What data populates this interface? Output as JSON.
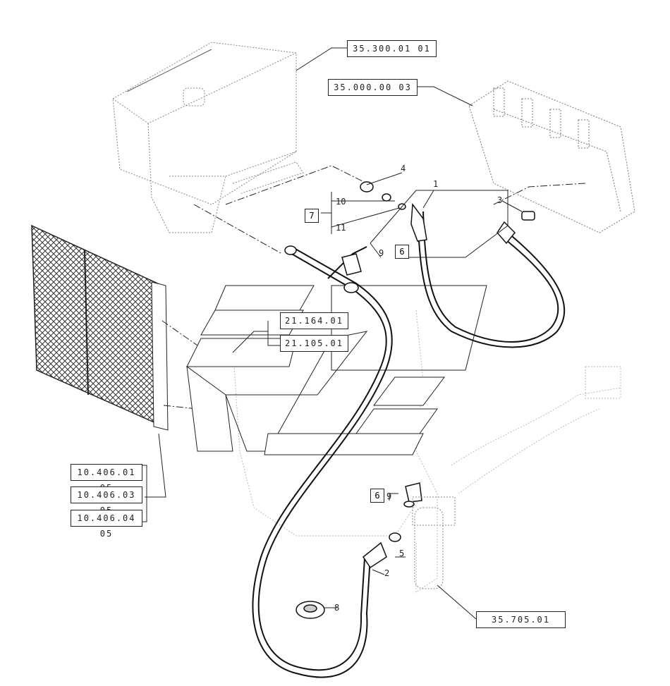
{
  "refs": {
    "tank": "35.300.01 01",
    "valve": "35.000.00 03",
    "oil_r1": "21.164.01",
    "oil_r2": "21.105.01",
    "cooler_1": "10.406.01 05",
    "cooler_2": "10.406.03 05",
    "cooler_3": "10.406.04 05",
    "filter": "35.705.01"
  },
  "items": {
    "n1": "1",
    "n2": "2",
    "n3": "3",
    "n4": "4",
    "n5": "5",
    "n6a": "6",
    "n6b": "6",
    "n7": "7",
    "n8": "8",
    "n9a": "9",
    "n9b": "9",
    "n10": "10",
    "n11": "11"
  }
}
